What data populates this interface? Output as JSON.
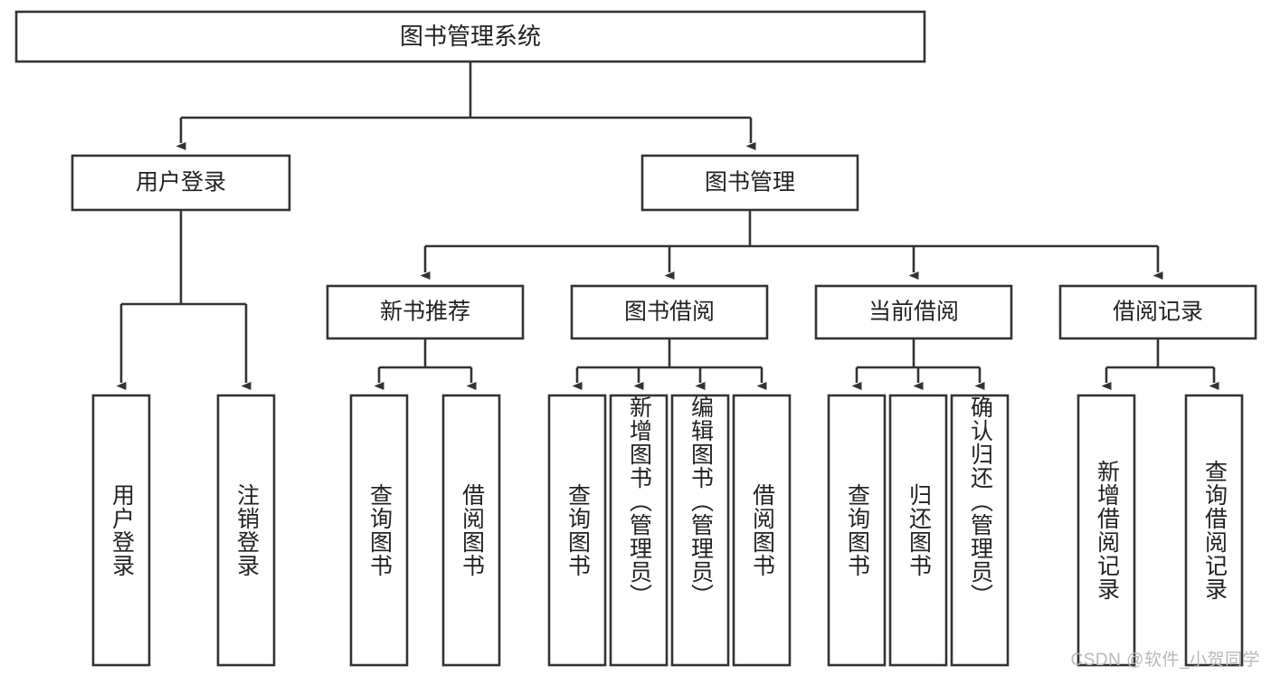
{
  "diagram": {
    "type": "tree",
    "title": "图书管理系统",
    "orientation": "top-down",
    "colors": {
      "box_stroke": "#333333",
      "box_fill": "#ffffff",
      "text": "#222222",
      "background": "#ffffff",
      "watermark": "#b8b8b8"
    }
  },
  "root": {
    "label": "图书管理系统"
  },
  "level2": [
    {
      "label": "用户登录"
    },
    {
      "label": "图书管理"
    }
  ],
  "level3": [
    {
      "label": "新书推荐"
    },
    {
      "label": "图书借阅"
    },
    {
      "label": "当前借阅"
    },
    {
      "label": "借阅记录"
    }
  ],
  "leaves": {
    "user_login": [
      {
        "label": "用户登录"
      },
      {
        "label": "注销登录"
      }
    ],
    "new_book": [
      {
        "label": "查询图书"
      },
      {
        "label": "借阅图书"
      }
    ],
    "book_borrow": [
      {
        "label": "查询图书"
      },
      {
        "label": "新增图书（管理员）"
      },
      {
        "label": "编辑图书（管理员）"
      },
      {
        "label": "借阅图书"
      }
    ],
    "current_borrow": [
      {
        "label": "查询图书"
      },
      {
        "label": "归还图书"
      },
      {
        "label": "确认归还（管理员）"
      }
    ],
    "borrow_record": [
      {
        "label": "新增借阅记录"
      },
      {
        "label": "查询借阅记录"
      }
    ]
  },
  "watermark": {
    "text": "CSDN @软件_小贺同学"
  }
}
